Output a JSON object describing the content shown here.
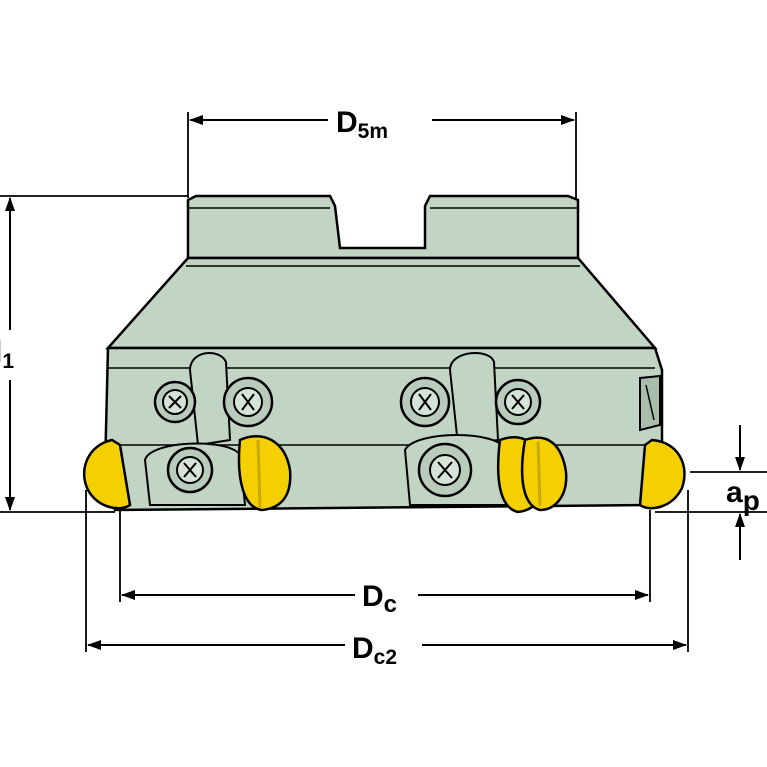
{
  "dimensions": {
    "d5m": {
      "main": "D",
      "sub": "5m"
    },
    "l1": {
      "main": "l",
      "sub": "1"
    },
    "ap": {
      "main": "a",
      "sub": "p"
    },
    "dc": {
      "main": "D",
      "sub": "c"
    },
    "dc2": {
      "main": "D",
      "sub": "c2"
    }
  },
  "colors": {
    "body": "#c2d4c4",
    "body_dark": "#a9bdab",
    "outline": "#000000",
    "insert": "#f5d000",
    "insert_dark": "#c9a800",
    "screw": "#b9ccbb"
  }
}
